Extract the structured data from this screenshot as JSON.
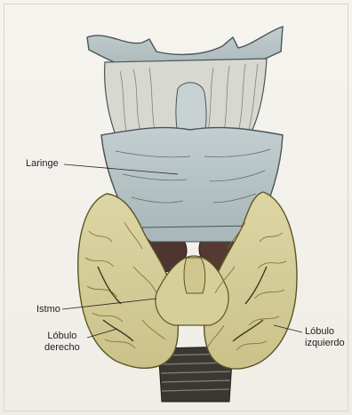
{
  "labels": {
    "laringe": "Laringe",
    "istmo": "Istmo",
    "lobulo_derecho": [
      "Lóbulo",
      "derecho"
    ],
    "lobulo_izquierdo": [
      "Lóbulo",
      "izquierdo"
    ]
  },
  "colors": {
    "larynx": "#b9c6c8",
    "larynx_shadow": "#9fb0b2",
    "thyroid": "#d8d09a",
    "thyroid_dark": "#8e8448",
    "muscle": "#5a3a34",
    "trachea": "#3d3a35",
    "background": "#f4f2ec"
  }
}
